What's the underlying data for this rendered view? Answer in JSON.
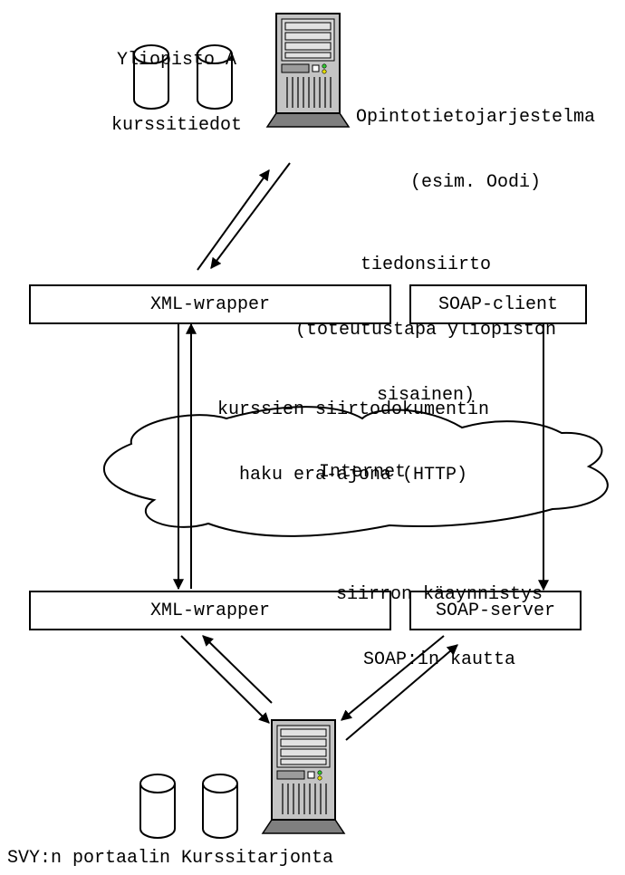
{
  "top": {
    "university_label": [
      "Yliopisto A",
      "kurssitiedot"
    ],
    "system_label": [
      "Opintotietojarjestelma",
      "(esim. Oodi)"
    ],
    "transfer_label": [
      "tiedonsiirto",
      "(toteutustapa yliopiston",
      "sisainen)"
    ]
  },
  "boxes": {
    "xml_wrapper_top": "XML-wrapper",
    "soap_client": "SOAP-client",
    "xml_wrapper_bottom": "XML-wrapper",
    "soap_server": "SOAP-server"
  },
  "middle": {
    "fetch_label": [
      "kurssien siirtodokumentin",
      "haku era-ajona (HTTP)"
    ],
    "cloud_label": "Internet",
    "trigger_label": [
      "siirron käaynnistys",
      "SOAP:in kautta"
    ]
  },
  "bottom": {
    "portal_label": "SVY:n portaalin Kurssitarjonta"
  },
  "colors": {
    "line": "#000000",
    "server_body": "#c4c4c4",
    "server_light": "#e2e2e2",
    "server_dark": "#9c9c9c",
    "led_green": "#31c831",
    "led_yellow": "#e8e000"
  },
  "icons": [
    "database-icon",
    "server-icon",
    "cloud-icon"
  ]
}
